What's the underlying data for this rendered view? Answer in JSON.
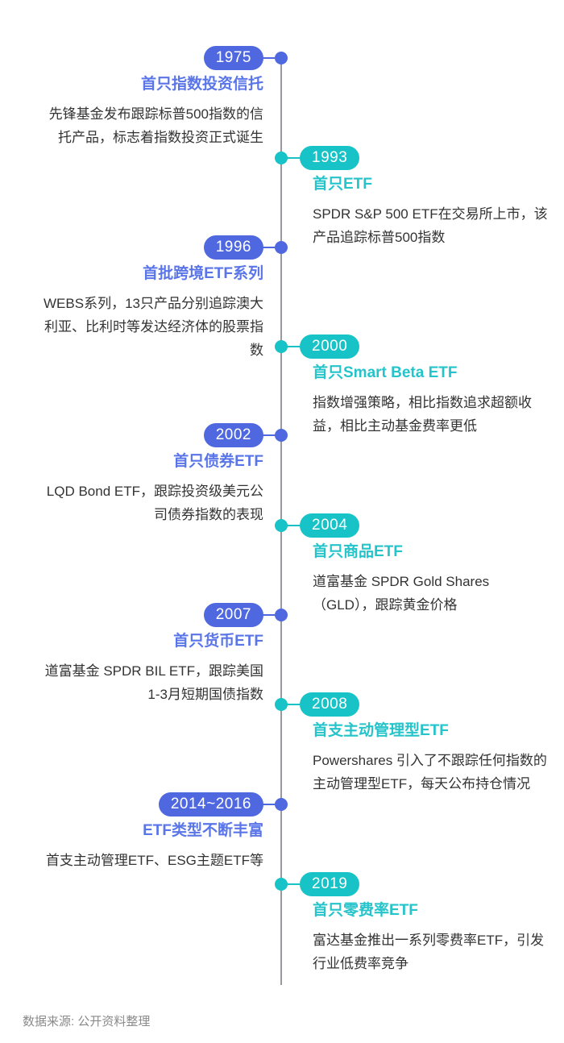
{
  "page": {
    "type": "timeline-infographic",
    "footer": "数据来源: 公开资料整理"
  },
  "colors": {
    "blue_pill": "#4F68E0",
    "blue_title": "#5A75E8",
    "teal_pill": "#17C3C6",
    "teal_title": "#25C4CB",
    "axis_line": "#98989E",
    "body_text": "#333333",
    "footer_text": "#8A8A8A",
    "background": "#FFFFFF"
  },
  "chart_data": {
    "type": "table",
    "title": "",
    "legend_position": "none",
    "layout": "vertical-timeline, alternating left (blue) / right (teal) entries",
    "events": [
      {
        "year": "1975",
        "side": "left",
        "color": "blue",
        "title": "首只指数投资信托",
        "description": "先锋基金发布跟踪标普500指数的信托产品，标志着指数投资正式诞生"
      },
      {
        "year": "1993",
        "side": "right",
        "color": "teal",
        "title": "首只ETF",
        "description": "SPDR S&P 500 ETF在交易所上市，该产品追踪标普500指数"
      },
      {
        "year": "1996",
        "side": "left",
        "color": "blue",
        "title": "首批跨境ETF系列",
        "description": "WEBS系列，13只产品分别追踪澳大利亚、比利时等发达经济体的股票指数"
      },
      {
        "year": "2000",
        "side": "right",
        "color": "teal",
        "title": "首只Smart Beta ETF",
        "description": "指数增强策略，相比指数追求超额收益，相比主动基金费率更低"
      },
      {
        "year": "2002",
        "side": "left",
        "color": "blue",
        "title": "首只债券ETF",
        "description": "LQD Bond ETF，跟踪投资级美元公司债券指数的表现"
      },
      {
        "year": "2004",
        "side": "right",
        "color": "teal",
        "title": "首只商品ETF",
        "description": "道富基金 SPDR Gold Shares（GLD），跟踪黄金价格"
      },
      {
        "year": "2007",
        "side": "left",
        "color": "blue",
        "title": "首只货币ETF",
        "description": "道富基金 SPDR BIL ETF，跟踪美国1-3月短期国债指数"
      },
      {
        "year": "2008",
        "side": "right",
        "color": "teal",
        "title": "首支主动管理型ETF",
        "description": "Powershares 引入了不跟踪任何指数的主动管理型ETF，每天公布持仓情况"
      },
      {
        "year": "2014~2016",
        "side": "left",
        "color": "blue",
        "title": "ETF类型不断丰富",
        "description": "首支主动管理ETF、ESG主题ETF等"
      },
      {
        "year": "2019",
        "side": "right",
        "color": "teal",
        "title": "首只零费率ETF",
        "description": "富达基金推出一系列零费率ETF，引发行业低费率竞争"
      }
    ]
  }
}
